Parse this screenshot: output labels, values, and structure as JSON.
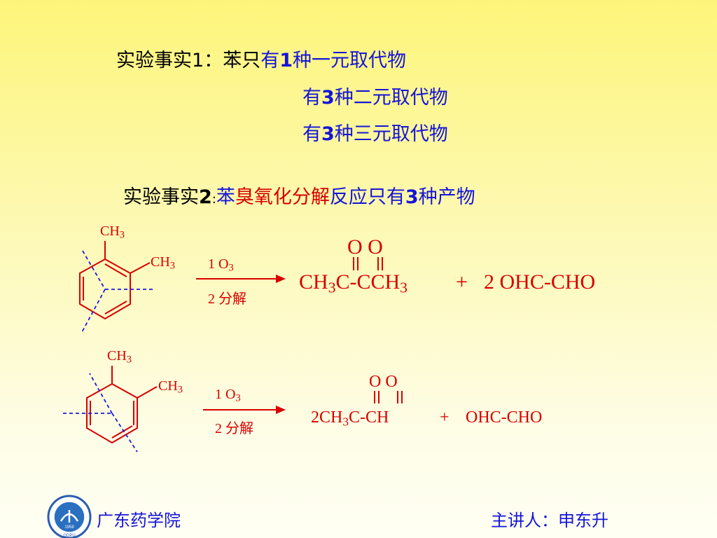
{
  "fact1": {
    "label": "实验事实1：",
    "lead": "苯只",
    "lines": [
      {
        "pre": "有",
        "num": "1",
        "post": "种一元取代物"
      },
      {
        "pre": "有",
        "num": "3",
        "post": "种二元取代物"
      },
      {
        "pre": "有",
        "num": "3",
        "post": "种三元取代物"
      }
    ]
  },
  "fact2": {
    "label": "实验事实",
    "num": "2",
    "colon": ":",
    "part1": "苯",
    "part2": "臭氧化分解",
    "part3": "反应只有",
    "num2": "3",
    "part4": "种产物"
  },
  "reaction1": {
    "substituent_top": "CH",
    "substituent_top_sub": "3",
    "substituent_side": "CH",
    "substituent_side_sub": "3",
    "step1": "1  O",
    "step1_sub": "3",
    "step2": "2  分解",
    "carbonyl_labels": "O O",
    "product_a": "CH",
    "product_a_sub1": "3",
    "product_a_mid": "C-CCH",
    "product_a_sub2": "3",
    "plus": "+",
    "product_b": "2 OHC-CHO"
  },
  "reaction2": {
    "substituent_top": "CH",
    "substituent_top_sub": "3",
    "substituent_side": "CH",
    "substituent_side_sub": "3",
    "step1": "1  O",
    "step1_sub": "3",
    "step2": "2  分解",
    "carbonyl_labels": "O O",
    "product_a": "2CH",
    "product_a_sub1": "3",
    "product_a_mid": "C-CH",
    "plus": "+",
    "product_b": "OHC-CHO"
  },
  "footer": {
    "school": "广东药学院",
    "logo_text": "GDPU",
    "logo_year": "1958",
    "speaker": "主讲人：申东升"
  },
  "colors": {
    "black": "#000000",
    "blue": "#1515d8",
    "red": "#d80000",
    "bond_dash": "#1a1ae0"
  }
}
